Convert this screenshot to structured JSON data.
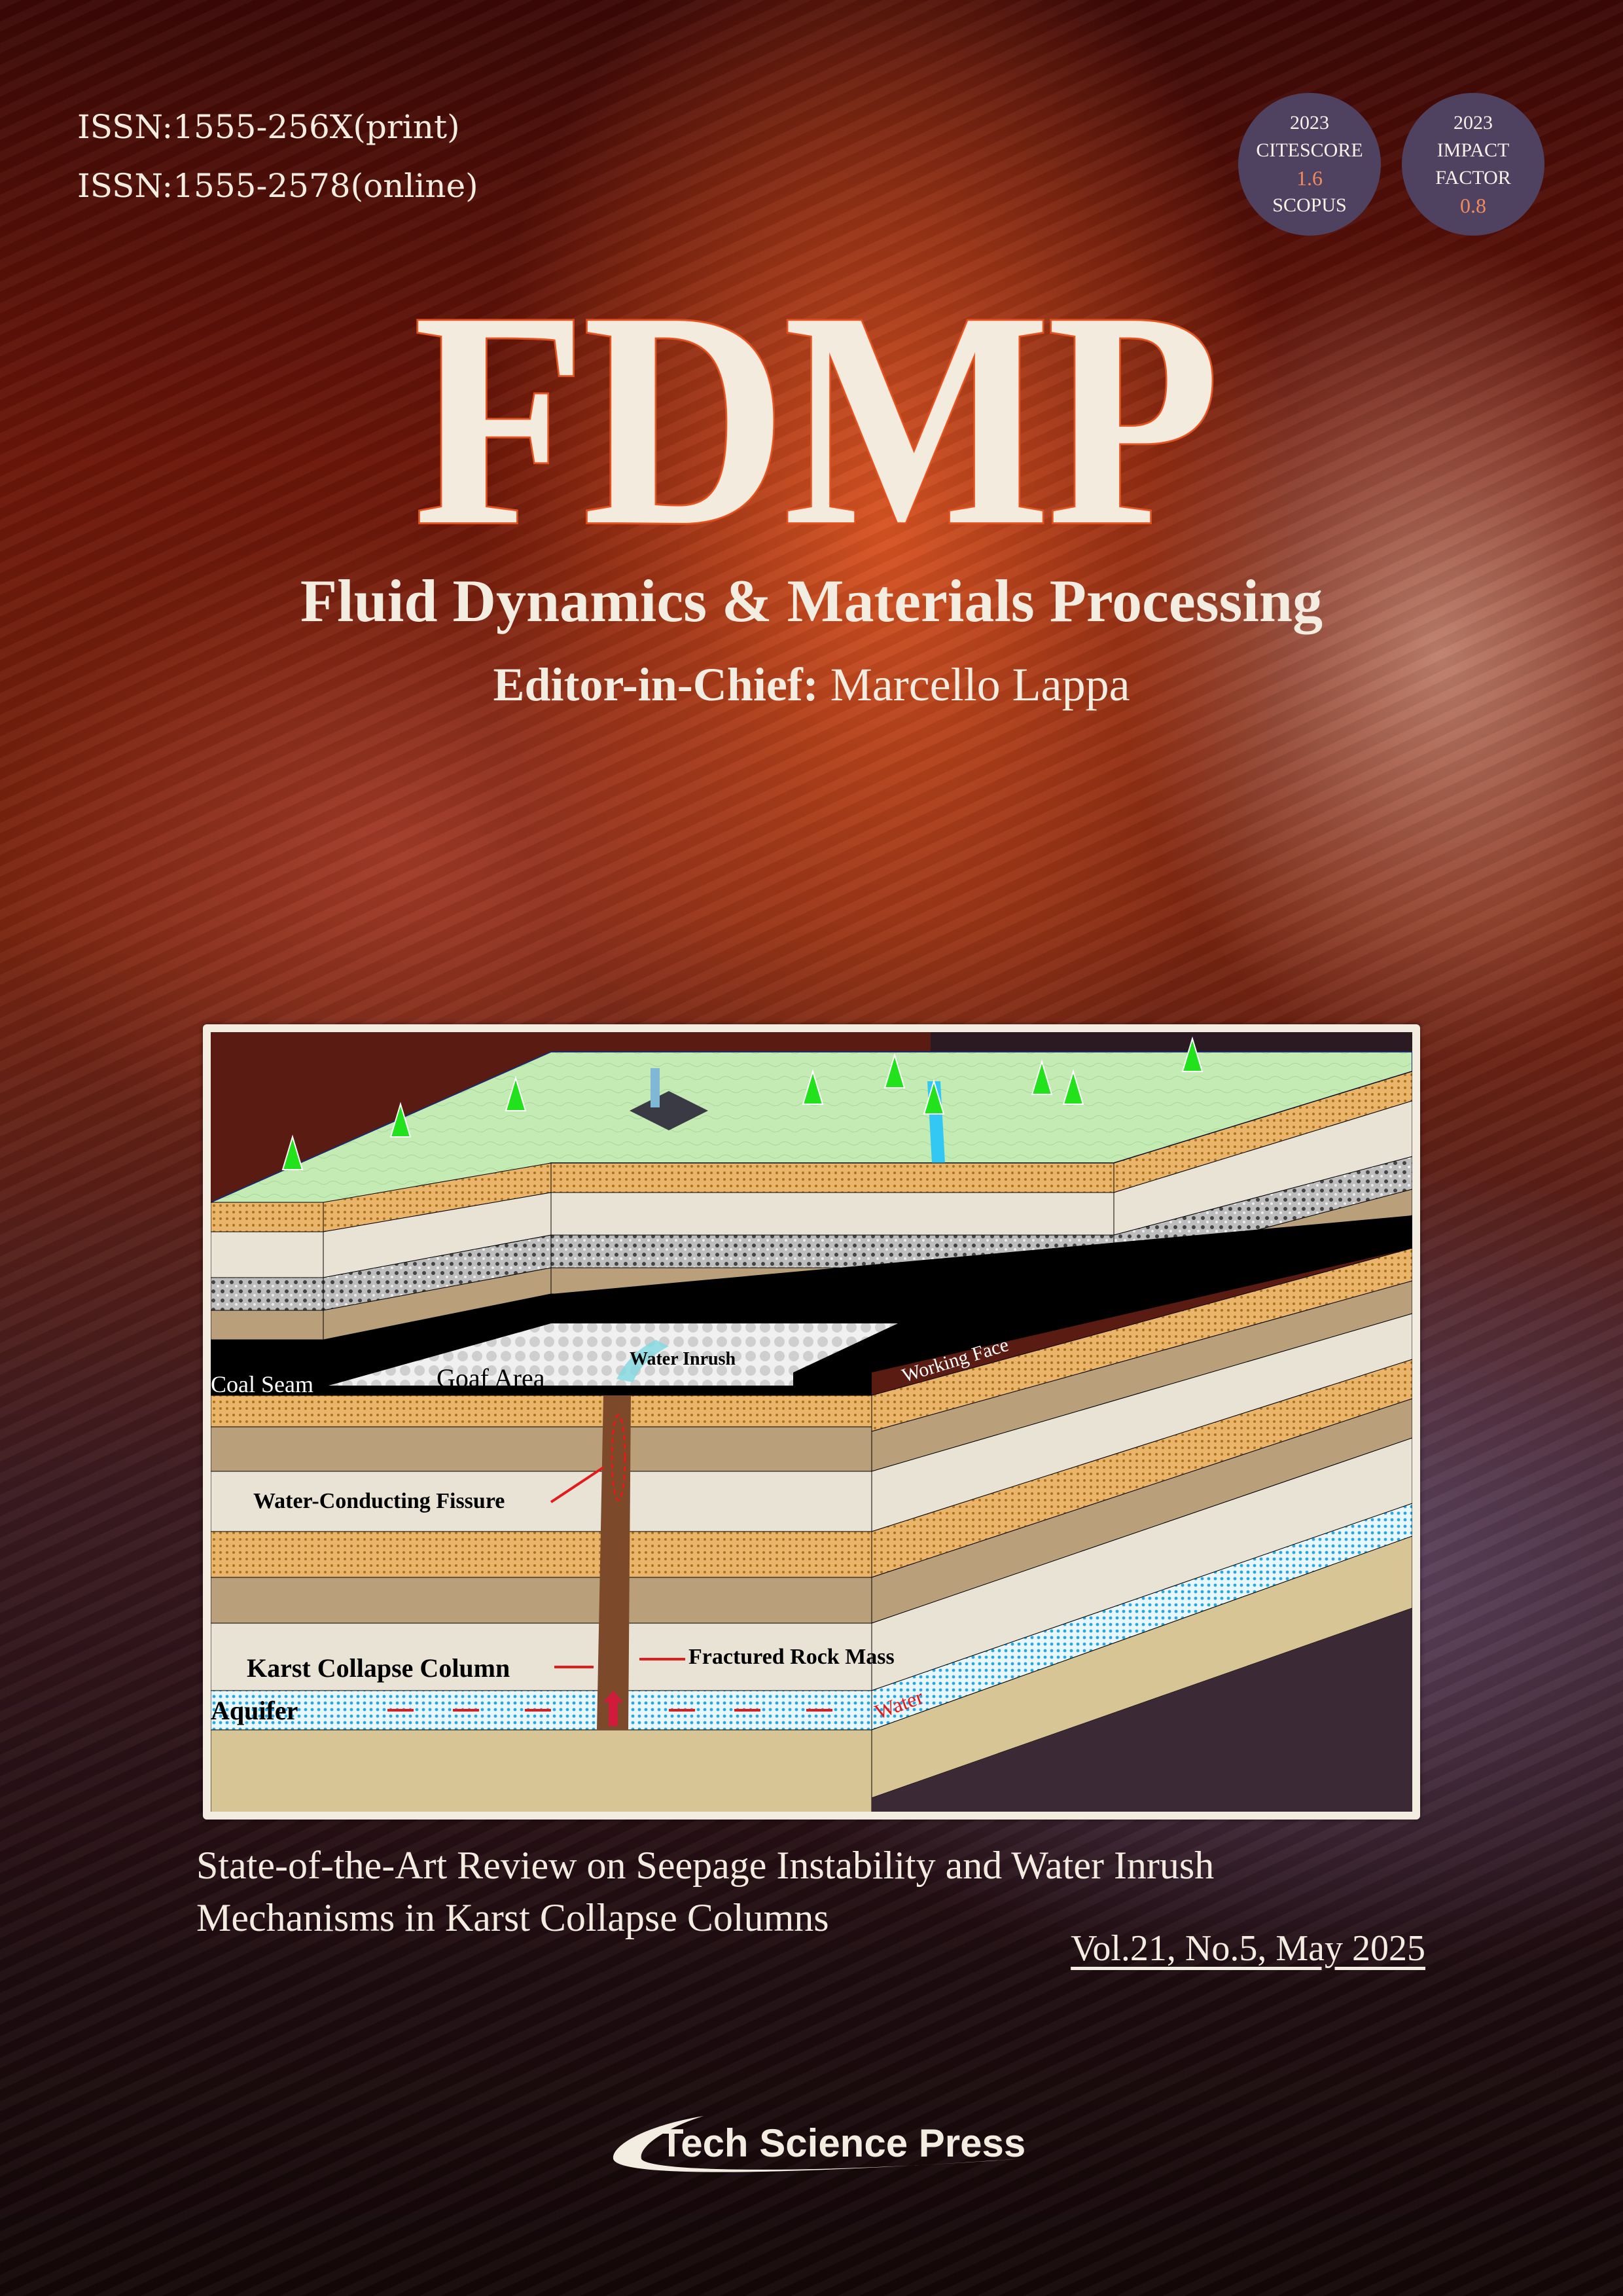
{
  "cover": {
    "issn_print": "ISSN:1555-256X(print)",
    "issn_online": "ISSN:1555-2578(online)",
    "badges": [
      {
        "year": "2023",
        "line1": "CITESCORE",
        "value": "1.6",
        "line2": "SCOPUS"
      },
      {
        "year": "2023",
        "line1": "IMPACT",
        "line2": "FACTOR",
        "value": "0.8"
      }
    ],
    "journal_acronym": "FDMP",
    "journal_title": "Fluid Dynamics & Materials Processing",
    "editor_label": "Editor-in-Chief:",
    "editor_name": "Marcello Lappa",
    "article_title_line1": "State-of-the-Art Review on Seepage Instability and Water Inrush",
    "article_title_line2": "Mechanisms in Karst Collapse Columns",
    "issue": "Vol.21, No.5, May 2025",
    "publisher": "Tech Science Press",
    "accent_color": "#f08a5d",
    "badge_color": "#4e4260",
    "text_color": "#f3ece0"
  },
  "figure": {
    "labels": {
      "coal_seam": "Coal Seam",
      "goaf_area": "Goaf Area",
      "water_inrush": "Water Inrush",
      "working_face": "Working Face",
      "water_conducting_fissure": "Water-Conducting Fissure",
      "karst_collapse_column": "Karst Collapse Column",
      "fractured_rock_mass": "Fractured Rock Mass",
      "aquifer": "Aquifer",
      "water": "Water"
    }
  }
}
